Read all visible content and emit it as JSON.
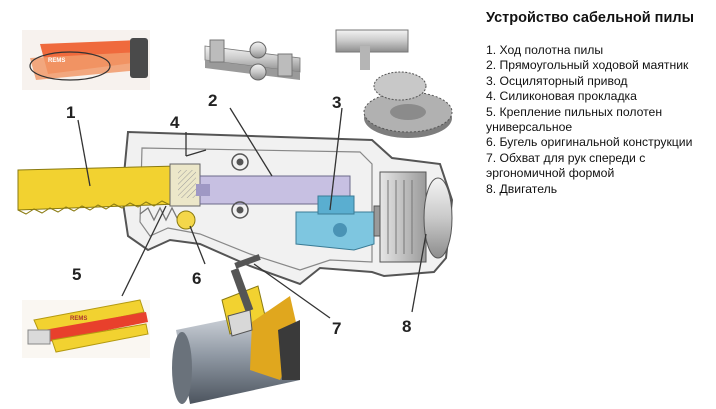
{
  "title": "Устройство сабельной пилы",
  "legend": [
    {
      "num": "1",
      "text": "1. Ход полотна пилы"
    },
    {
      "num": "2",
      "text": "2. Прямоугольный ходовой маятник"
    },
    {
      "num": "3",
      "text": "3. Осциляторный привод"
    },
    {
      "num": "4",
      "text": "4. Силиконовая прокладка"
    },
    {
      "num": "5",
      "text": "5. Крепление пильных полотен универсальное"
    },
    {
      "num": "6",
      "text": "6. Бугель оригинальной конструкции"
    },
    {
      "num": "7",
      "text": "7. Обхват для рук спереди с эргономичной формой"
    },
    {
      "num": "8",
      "text": "8. Двигатель"
    }
  ],
  "callouts": [
    "1",
    "2",
    "3",
    "4",
    "5",
    "6",
    "7",
    "8"
  ],
  "blade_brand": "REMS",
  "colors": {
    "blade_yellow": "#f2d230",
    "blade_red": "#e8402c",
    "drive_blue": "#7ec6e0",
    "pendulum_lavender": "#c7c0e2",
    "leader_line": "#333333",
    "body_outline": "#555555"
  }
}
